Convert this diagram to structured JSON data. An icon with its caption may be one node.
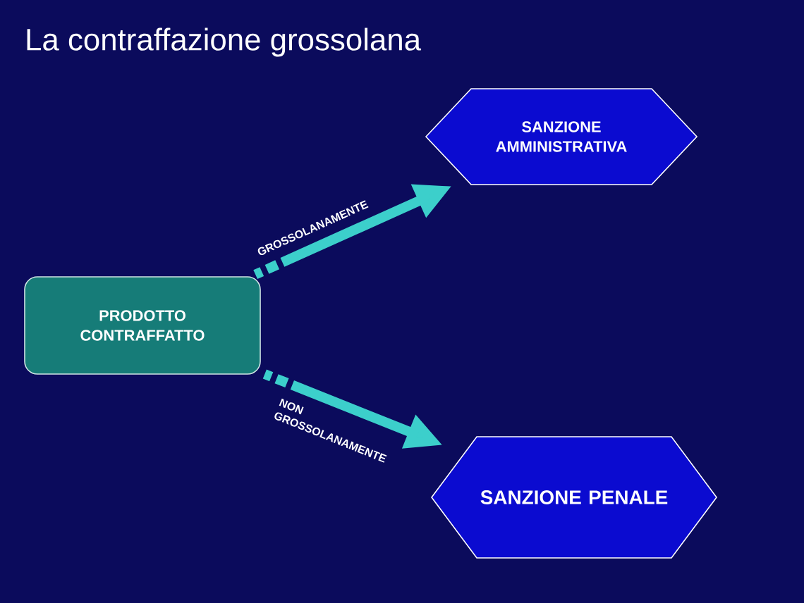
{
  "diagram": {
    "title": "La contraffazione grossolana",
    "nodes": [
      {
        "text": [
          "PRODOTTO CONTRAFFATTO"
        ]
      },
      {
        "text": [
          "SANZIONE AMMINISTRATIVA"
        ]
      },
      {
        "text": [
          "SANZIONE PENALE"
        ]
      }
    ],
    "edges": [
      {
        "from": 0,
        "to": 1,
        "arrow": "to",
        "label": "GROSSOLANAMENTE"
      },
      {
        "from": 0,
        "to": 2,
        "arrow": "to",
        "label": "NON GROSSOLANAMENTE"
      }
    ]
  }
}
